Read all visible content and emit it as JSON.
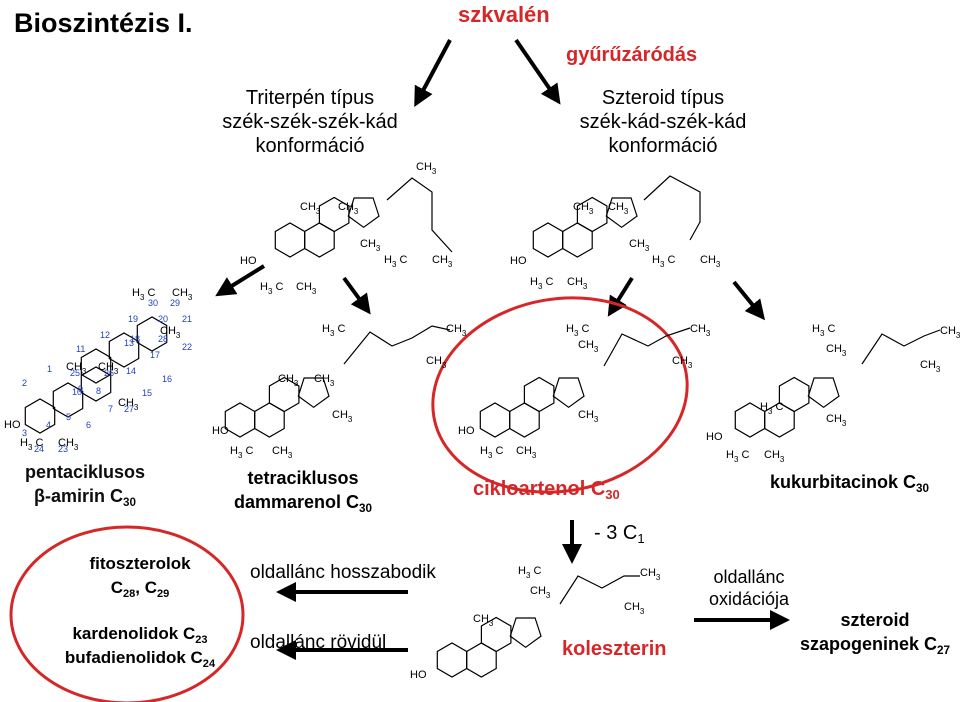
{
  "title": "Bioszintézis I.",
  "top": {
    "squalene": "szkvalén",
    "cyclization": "gyűrűzáródás",
    "triterpene_type": [
      "Triterpén típus",
      "szék-szék-szék-kád",
      "konformáció"
    ],
    "steroid_type": [
      "Szteroid típus",
      "szék-kád-szék-kád",
      "konformáció"
    ]
  },
  "compounds": {
    "amyrin": {
      "l1": "pentaciklusos",
      "l2": "β-amirin C",
      "sub": "30"
    },
    "dammarenol": {
      "l1": "tetraciklusos",
      "l2": "dammarenol C",
      "sub": "30"
    },
    "cycloartenol": {
      "name": "cikloartenol C",
      "sub": "30"
    },
    "cucurbitacin": {
      "name": "kukurbitacinok C",
      "sub": "30"
    },
    "cholesterol": "koleszterin"
  },
  "loss": {
    "text": "- 3 C",
    "sub": "1"
  },
  "bottom": {
    "phyto_l1": "fitoszterolok",
    "phyto_l2a": "C",
    "phyto_sub1": "28",
    "phyto_sep": ", C",
    "phyto_sub2": "29",
    "cardeno": "kardenolidok C",
    "cardeno_sub": "23",
    "bufadieno": "bufadienolidok C",
    "bufadieno_sub": "24",
    "side_long": "oldallánc hosszabodik",
    "side_short": "oldallánc rövidül",
    "side_ox_l1": "oldallánc",
    "side_ox_l2": "oxidációja",
    "sapo_l1": "szteroid",
    "sapo_l2": "szapogeninek C",
    "sapo_sub": "27"
  },
  "atoms": {
    "ho": "HO",
    "ch3": "CH",
    "h3c": "H",
    "c": "C",
    "three": "3"
  },
  "numbering": [
    "1",
    "2",
    "3",
    "4",
    "5",
    "6",
    "7",
    "8",
    "9",
    "10",
    "11",
    "12",
    "13",
    "14",
    "15",
    "16",
    "17",
    "18",
    "19",
    "20",
    "21",
    "22",
    "23",
    "24",
    "25",
    "26",
    "27",
    "28",
    "29",
    "30"
  ],
  "colors": {
    "accent": "#d62728",
    "number": "#1f3fbf"
  }
}
